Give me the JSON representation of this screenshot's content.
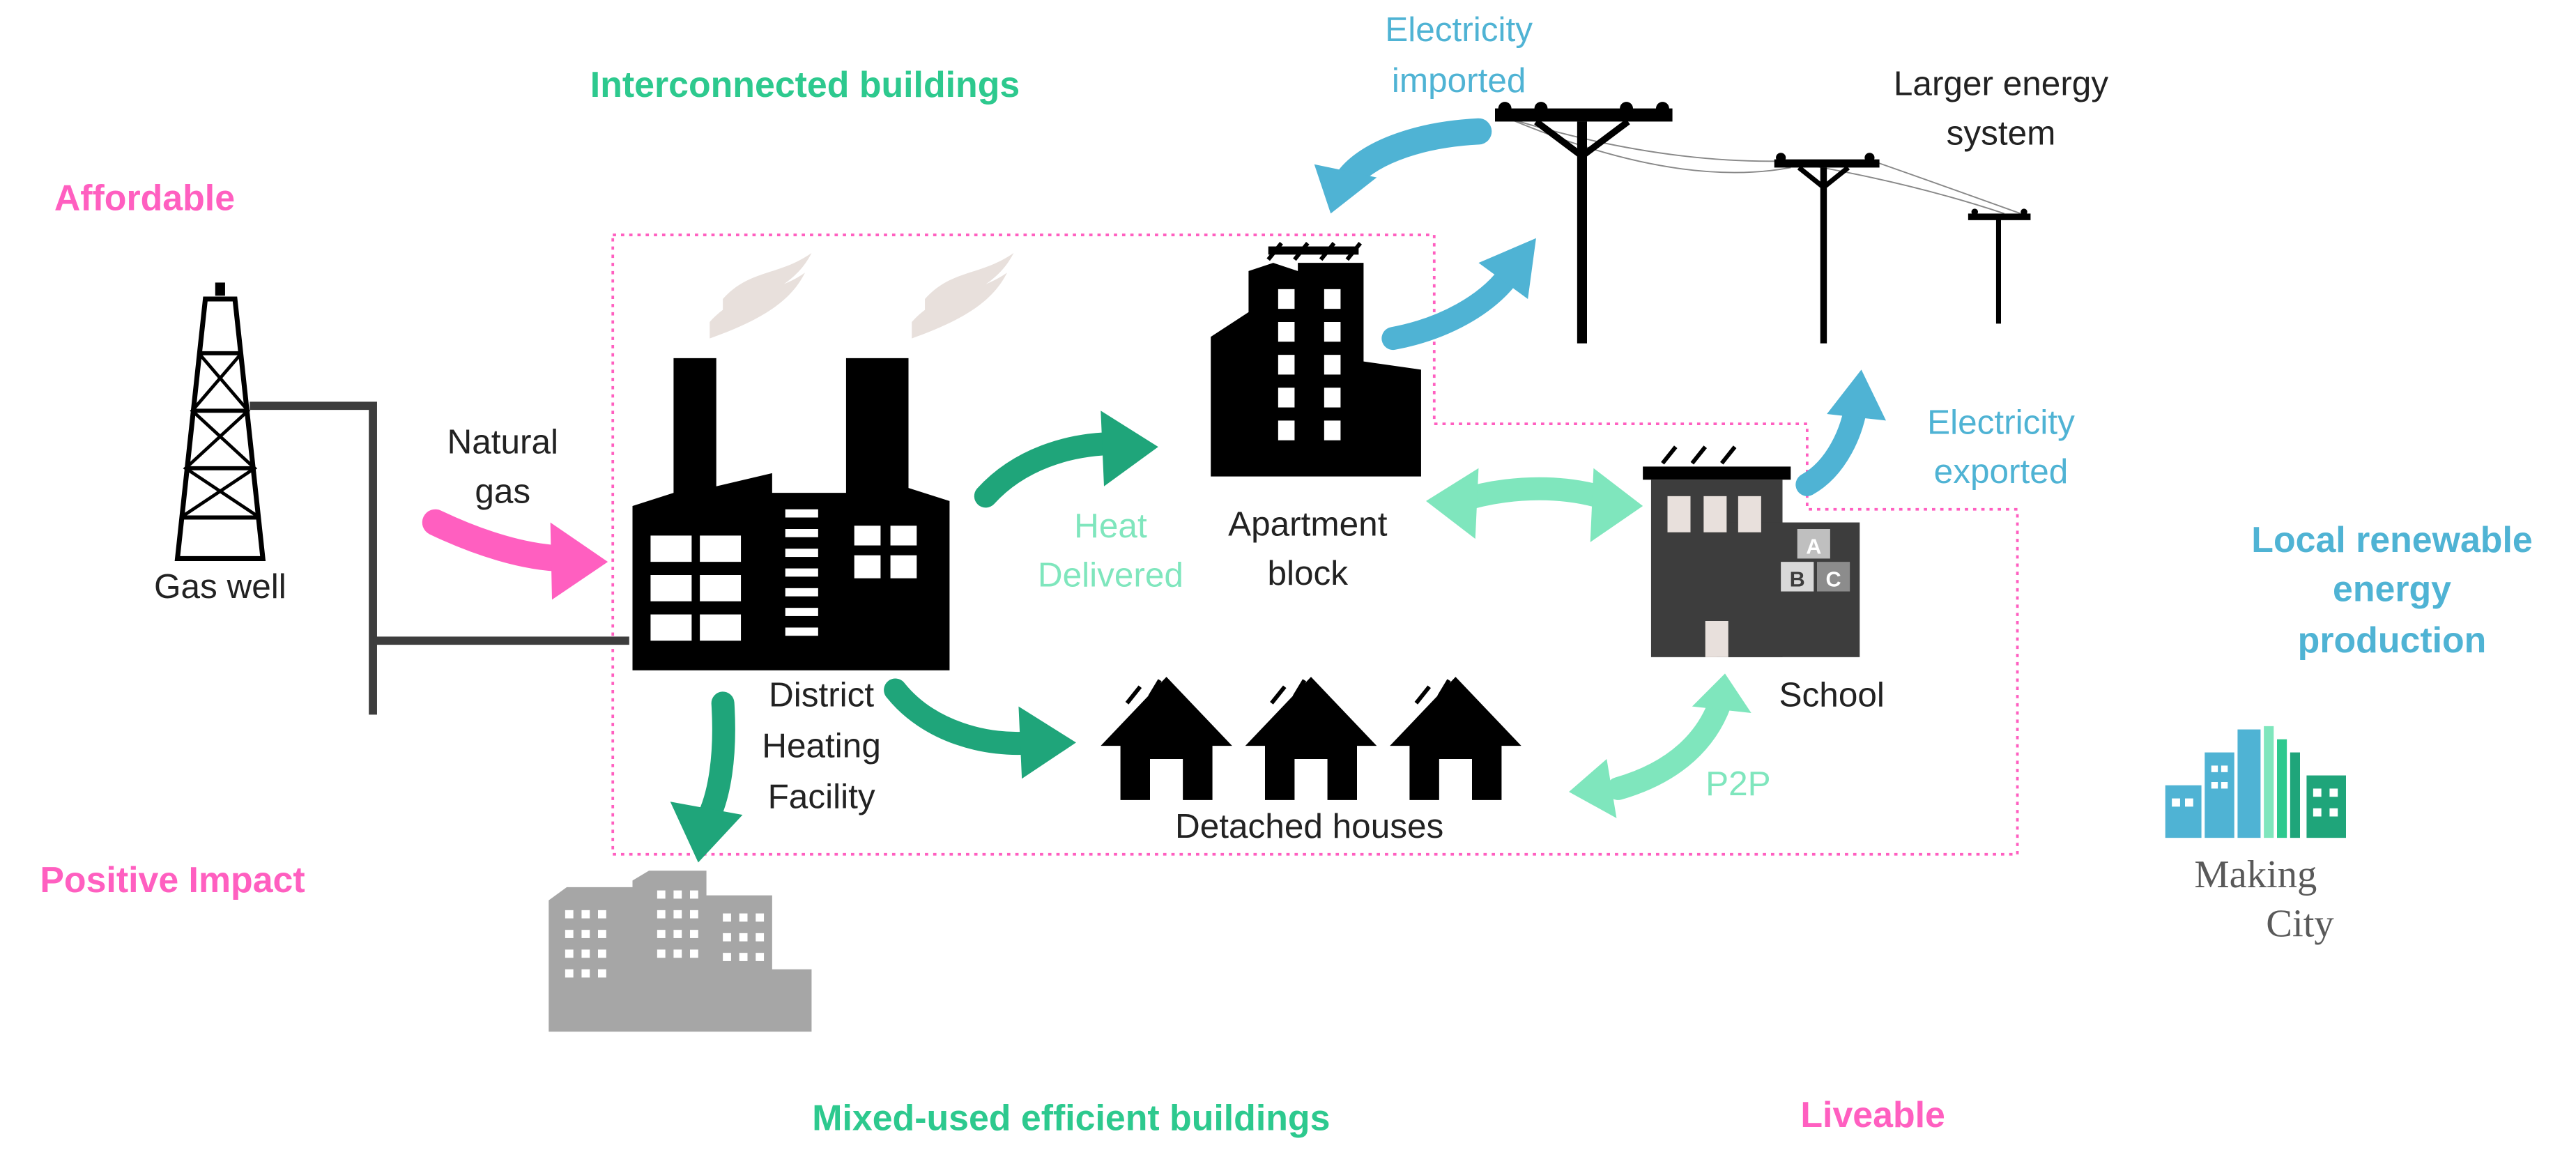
{
  "labels": {
    "interconnected": "Interconnected buildings",
    "affordable": "Affordable",
    "positive_impact": "Positive Impact",
    "mixed_used": "Mixed-used efficient buildings",
    "liveable": "Liveable",
    "local_renewable_1": "Local renewable",
    "local_renewable_2": "energy",
    "local_renewable_3": "production",
    "electricity_imported_1": "Electricity",
    "electricity_imported_2": "imported",
    "larger_energy_1": "Larger energy",
    "larger_energy_2": "system",
    "electricity_exported_1": "Electricity",
    "electricity_exported_2": "exported",
    "natural_gas_1": "Natural",
    "natural_gas_2": "gas",
    "gas_well": "Gas well",
    "heat_delivered_1": "Heat",
    "heat_delivered_2": "Delivered",
    "apartment_1": "Apartment",
    "apartment_2": "block",
    "district_1": "District",
    "district_2": "Heating",
    "district_3": "Facility",
    "school": "School",
    "detached_houses": "Detached houses",
    "p2p": "P2P",
    "school_letter_a": "A",
    "school_letter_b": "B",
    "school_letter_c": "C",
    "logo_1": "Making",
    "logo_2": "City"
  },
  "colors": {
    "pink": "#ff5fc0",
    "green": "#2dc98e",
    "dark_green": "#1fa57a",
    "light_green": "#7fe6bd",
    "blue": "#4fb3d4",
    "black": "#000000",
    "dark_gray": "#3d3d3d",
    "gray": "#a6a6a6",
    "smoke": "#e8e0dc"
  }
}
